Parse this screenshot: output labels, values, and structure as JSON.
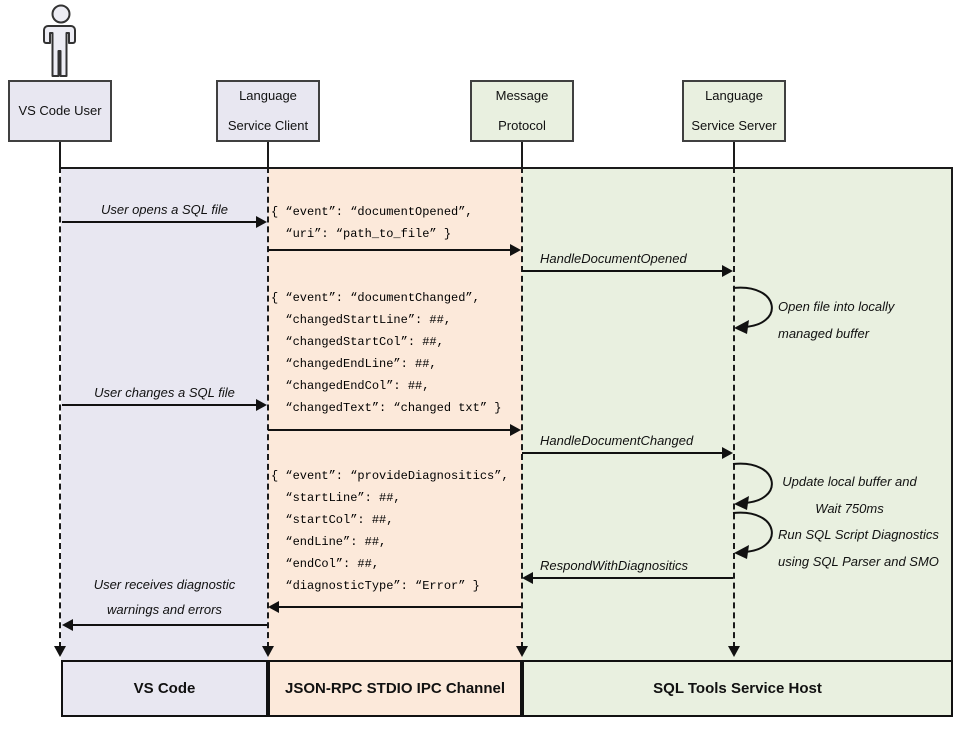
{
  "diagram_type": "sequence-diagram",
  "actors": {
    "user": "VS Code User",
    "client": "Language\nService Client",
    "protocol": "Message\nProtocol",
    "server": "Language\nService Server"
  },
  "icons": {
    "actor": "person-icon"
  },
  "messages": {
    "user_opens": "User opens a SQL file",
    "document_opened_payload": "{ “event”: “documentOpened”,\n  “uri”: “path_to_file” }",
    "handle_document_opened": "HandleDocumentOpened",
    "open_file_note": "Open file into locally\nmanaged buffer",
    "document_changed_payload": "{ “event”: “documentChanged”,\n  “changedStartLine”: ##,\n  “changedStartCol”: ##,\n  “changedEndLine”: ##,\n  “changedEndCol”: ##,\n  “changedText”: “changed txt” }",
    "user_changes": "User changes a SQL file",
    "handle_document_changed": "HandleDocumentChanged",
    "update_buffer_note": "Update local buffer and\nWait 750ms",
    "run_diagnostics_note": "Run SQL Script Diagnostics\nusing SQL Parser and SMO",
    "provide_diagnostics_payload": "{ “event”: “provideDiagnositics”,\n  “startLine”: ##,\n  “startCol”: ##,\n  “endLine”: ##,\n  “endCol”: ##,\n  “diagnosticType”: “Error” }",
    "respond_with_diagnostics": "RespondWithDiagnositics",
    "user_receives": "User receives diagnostic\nwarnings and errors"
  },
  "footer": {
    "vscode": "VS Code",
    "channel": "JSON-RPC STDIO IPC Channel",
    "host": "SQL Tools Service Host"
  },
  "colors": {
    "lavender": "#e8e7f1",
    "peach": "#fce9da",
    "green": "#e9f0e0",
    "line": "#1a1a1a",
    "box_border": "#404040"
  }
}
